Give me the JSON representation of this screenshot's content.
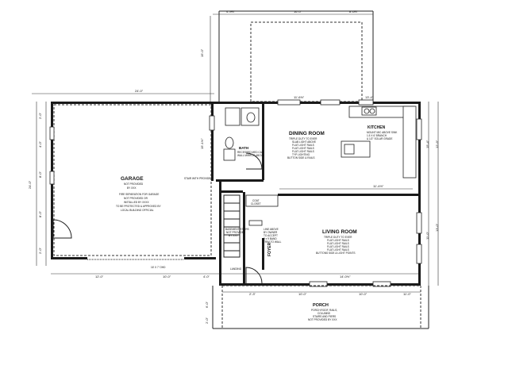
{
  "rooms": {
    "garage": {
      "label": "GARAGE",
      "notes": [
        "NOT PROVIDED",
        "BY XXX"
      ],
      "fire_note": [
        "FIRE SEPARATION FOR GARAGE",
        "NOT PROVIDED OR",
        "INSTALLED BY XXXX",
        "TO BE PROTECTED & APPROVED BY",
        "LOCAL BUILDING OFFICIAL"
      ]
    },
    "dining": {
      "label": "DINING ROOM",
      "notes": [
        "TRIPLE DUTY TO EVER",
        "SLAB LIGHT ABOVE",
        "FLAT LIGHT RAILS",
        "FLAT LIGHT RAILS",
        "FLAT LIGHT RAILS",
        "TYP LIGHTING",
        "BUTTON SIDE & RAILS"
      ]
    },
    "kitchen": {
      "label": "KITCHEN",
      "notes": [
        "MOUNT MIC ABOVE SINK",
        "1.5 X 6' BRANCH",
        "& 1/2\" SOLAR GRADE"
      ]
    },
    "bath": {
      "label": "BATH",
      "notes": [
        "RECESSED MED CAB",
        "WALL MIRROR ABOVE"
      ]
    },
    "living": {
      "label": "LIVING ROOM",
      "notes": [
        "TRIPLE DUTY TO EVER",
        "FLAT LIGHT RAILS",
        "FLAT LIGHT RAILS",
        "FLAT LIGHT RAILS",
        "FLAT LIGHT RAILS",
        "BUTTONS SIDE & LIGHT POINTS"
      ]
    },
    "foyer": {
      "label": "FOYER",
      "notes": [
        "LINE ABOVE",
        "BY OWNER",
        "TO ACCEPT",
        "9 x 9 BAND",
        "TRIM TO WALL"
      ]
    },
    "porch": {
      "label": "PORCH",
      "notes": [
        "PORCH ROOF, RAILS,",
        "COLUMNS",
        "STAIRS AND PIERS",
        "NOT PROVIDED BY XXX"
      ]
    }
  },
  "dimensions": {
    "top_a": "4'-9½\"",
    "top_b": "16'-0\"",
    "top_c": "8'-6½\"",
    "garage_width": "24'-0\"",
    "upper_left": "15'-0\"",
    "mid_left": "15'-1½\"",
    "kitchen_top": "13'-4\"",
    "dining_top": "11'-6½\"",
    "left_span": "24'-0\"",
    "left_a": "2'-0\"",
    "left_b": "4'-0\"",
    "left_c": "8'-0\"",
    "left_d": "8'-0\"",
    "left_e": "2'-0\"",
    "bottom_a": "12'-0\"",
    "bottom_b": "10'-0\"",
    "bottom_c": "12'-0\"",
    "bottom_d": "4'-0\"",
    "bottom_e": "14'-0½\"",
    "porch_a": "2'-3\"",
    "porch_b": "10'-0\"",
    "porch_c": "10'-0\"",
    "porch_d": "11'-0\"",
    "living_w": "11'-4½\"",
    "right_a": "15'-4\"",
    "right_b": "12'-9\"",
    "right_c": "11'-0\"",
    "right_d": "13'-0\"",
    "right_e": "14'-0½\"",
    "left_f": "6'-0\"",
    "left_g": "2'-0\""
  },
  "labels": {
    "garage_door": "16' X 7' OHD",
    "stair": "STAIR WITH PROVIDED",
    "basement": [
      "BASEMENT STAIRS",
      "NOT PROVIDED",
      "BY XXX"
    ],
    "landing": "LANDING",
    "closet": [
      "COAT",
      "CLOSET"
    ]
  }
}
